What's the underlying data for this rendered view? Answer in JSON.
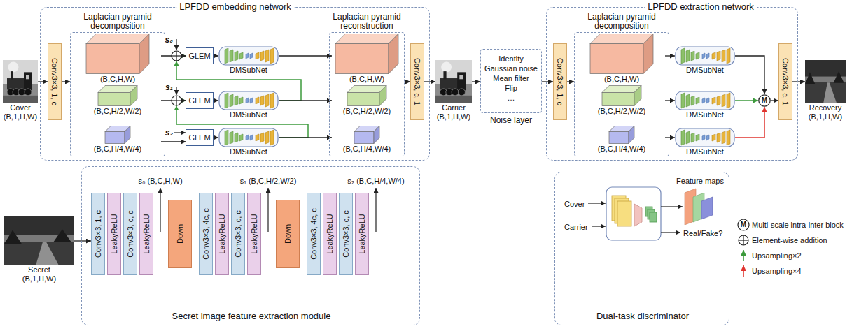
{
  "diagram": {
    "nodes": [
      {
        "text": [
          "Cover",
          "(B,1,H,W)"
        ]
      },
      {
        "text": [
          "LPFDD embedding network"
        ]
      },
      {
        "text": [
          "Conv3×3, 1, c"
        ],
        "in": 1
      },
      {
        "text": [
          "Laplacian pyramid decomposition"
        ],
        "in": 1
      },
      {
        "text": [
          "(B,C,H,W)"
        ],
        "in": 3
      },
      {
        "text": [
          "(B,C,H/2,W/2)"
        ],
        "in": 3
      },
      {
        "text": [
          "(B,C,H/4,W/4)"
        ],
        "in": 3
      },
      {
        "text": [
          "GLEM"
        ],
        "in": 1
      },
      {
        "text": [
          "DMSubNet"
        ],
        "in": 1
      },
      {
        "text": [
          "GLEM"
        ],
        "in": 1
      },
      {
        "text": [
          "DMSubNet"
        ],
        "in": 1
      },
      {
        "text": [
          "GLEM"
        ],
        "in": 1
      },
      {
        "text": [
          "DMSubNet"
        ],
        "in": 1
      },
      {
        "text": [
          "Laplacian pyramid reconstruction"
        ],
        "in": 1
      },
      {
        "text": [
          "(B,C,H,W)"
        ],
        "in": 13
      },
      {
        "text": [
          "(B,C,H/2,W/2)"
        ],
        "in": 13
      },
      {
        "text": [
          "(B,C,H/4,W/4)"
        ],
        "in": 13
      },
      {
        "text": [
          "Conv3×3, c, 1"
        ],
        "in": 1
      },
      {
        "text": [
          "Carrier",
          "(B,1,H,W)"
        ]
      },
      {
        "text": [
          "Identity",
          "Gaussian noise",
          "Mean filter",
          "Flip",
          "…",
          "Noise layer"
        ]
      },
      {
        "text": [
          "LPFDD extraction network"
        ]
      },
      {
        "text": [
          "Conv3×3, 1, c"
        ],
        "in": 20
      },
      {
        "text": [
          "Laplacian pyramid decomposition"
        ],
        "in": 20
      },
      {
        "text": [
          "(B,C,H,W)"
        ],
        "in": 22
      },
      {
        "text": [
          "(B,C,H/2,W/2)"
        ],
        "in": 22
      },
      {
        "text": [
          "(B,C,H/4,W/4)"
        ],
        "in": 22
      },
      {
        "text": [
          "DMSubNet"
        ],
        "in": 20
      },
      {
        "text": [
          "DMSubNet"
        ],
        "in": 20
      },
      {
        "text": [
          "DMSubNet"
        ],
        "in": 20
      },
      {
        "text": [
          "M"
        ],
        "in": 20
      },
      {
        "text": [
          "Conv3×3, c, 1"
        ],
        "in": 20
      },
      {
        "text": [
          "Recovery",
          "(B,1,H,W)"
        ]
      },
      {
        "text": [
          "Secret",
          "(B,1,H,W)"
        ]
      },
      {
        "text": [
          "Secret image feature extraction module"
        ]
      },
      {
        "text": [
          "Conv3×3, 1, c"
        ],
        "in": 33
      },
      {
        "text": [
          "LeakyReLU"
        ],
        "in": 33
      },
      {
        "text": [
          "Conv3×3, c, c"
        ],
        "in": 33
      },
      {
        "text": [
          "LeakyReLU"
        ],
        "in": 33
      },
      {
        "text": [
          "Down"
        ],
        "in": 33
      },
      {
        "text": [
          "Conv3×3, 4c, c"
        ],
        "in": 33
      },
      {
        "text": [
          "LeakyReLU"
        ],
        "in": 33
      },
      {
        "text": [
          "Conv3×3, c, c"
        ],
        "in": 33
      },
      {
        "text": [
          "LeakyReLU"
        ],
        "in": 33
      },
      {
        "text": [
          "Down"
        ],
        "in": 33
      },
      {
        "text": [
          "Conv3×3, 4c, c"
        ],
        "in": 33
      },
      {
        "text": [
          "LeakyReLU"
        ],
        "in": 33
      },
      {
        "text": [
          "Conv3×3, c, c"
        ],
        "in": 33
      },
      {
        "text": [
          "LeakyReLU"
        ],
        "in": 33
      },
      {
        "text": [
          "Dual-task discriminator"
        ]
      }
    ],
    "edges": [
      {
        "from": 10,
        "to": 7,
        "arrow": "to"
      },
      {
        "from": 12,
        "to": 9,
        "arrow": "to"
      },
      {
        "from": 0,
        "to": 2,
        "arrow": "to"
      },
      {
        "from": 2,
        "to": 3,
        "arrow": "to"
      },
      {
        "from": 4,
        "to": 7,
        "arrow": "to"
      },
      {
        "from": 7,
        "to": 8,
        "arrow": "to"
      },
      {
        "from": 8,
        "to": 14,
        "arrow": "to"
      },
      {
        "from": 5,
        "to": 9,
        "arrow": "to"
      },
      {
        "from": 9,
        "to": 10,
        "arrow": "to"
      },
      {
        "from": 10,
        "to": 15,
        "arrow": "to"
      },
      {
        "from": 6,
        "to": 11,
        "arrow": "to"
      },
      {
        "from": 11,
        "to": 12,
        "arrow": "to"
      },
      {
        "from": 12,
        "to": 16,
        "arrow": "to"
      },
      {
        "from": 13,
        "to": 17,
        "arrow": "to"
      },
      {
        "from": 17,
        "to": 18,
        "arrow": "to"
      },
      {
        "from": 18,
        "to": 19,
        "arrow": "to"
      },
      {
        "from": 19,
        "to": 21,
        "arrow": "to"
      },
      {
        "from": 21,
        "to": 22,
        "arrow": "to"
      },
      {
        "from": 23,
        "to": 26,
        "arrow": "to"
      },
      {
        "from": 24,
        "to": 27,
        "arrow": "to"
      },
      {
        "from": 25,
        "to": 28,
        "arrow": "to"
      },
      {
        "from": 26,
        "to": 29,
        "arrow": "to"
      },
      {
        "from": 27,
        "to": 29,
        "arrow": "to"
      },
      {
        "from": 28,
        "to": 29,
        "arrow": "to"
      },
      {
        "from": 29,
        "to": 30,
        "arrow": "to"
      },
      {
        "from": 30,
        "to": 31,
        "arrow": "to"
      },
      {
        "from": 32,
        "to": 34,
        "arrow": "to"
      }
    ],
    "labels": [
      "s₀",
      "s₁",
      "s₂",
      "s₀ (B,C,H,W)",
      "s₁ (B,C,H/2,W/2)",
      "s₂ (B,C,H/4,W/4)",
      "Cover",
      "Carrier",
      "Feature maps",
      "Real/Fake?",
      "M"
    ],
    "legend": [
      {
        "text": "Multi-scale intra-inter block"
      },
      {
        "text": "Element-wise addition"
      },
      {
        "text": "Upsampling×2"
      },
      {
        "text": "Upsampling×4"
      }
    ]
  }
}
